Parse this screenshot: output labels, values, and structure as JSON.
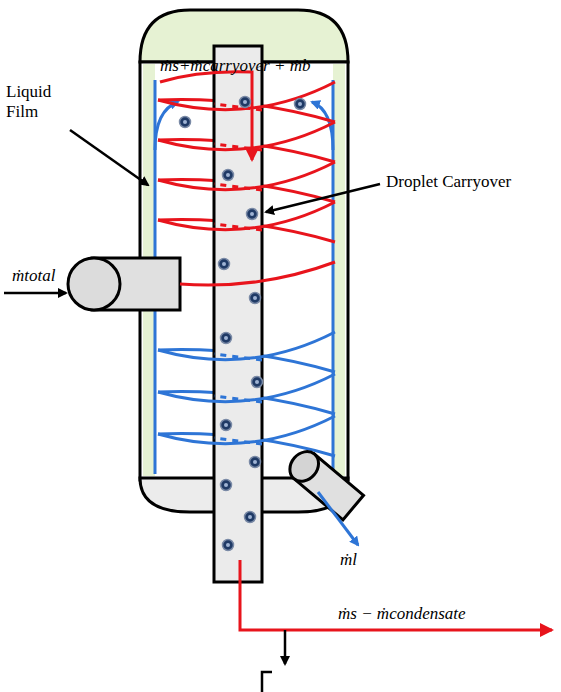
{
  "diagram": {
    "labels": [
      "ṁs+ṁcarryover + ṁb",
      "Liquid Film",
      "Droplet Carryover",
      "ṁtotal",
      "ṁl",
      "ṁs − ṁcondensate"
    ]
  }
}
